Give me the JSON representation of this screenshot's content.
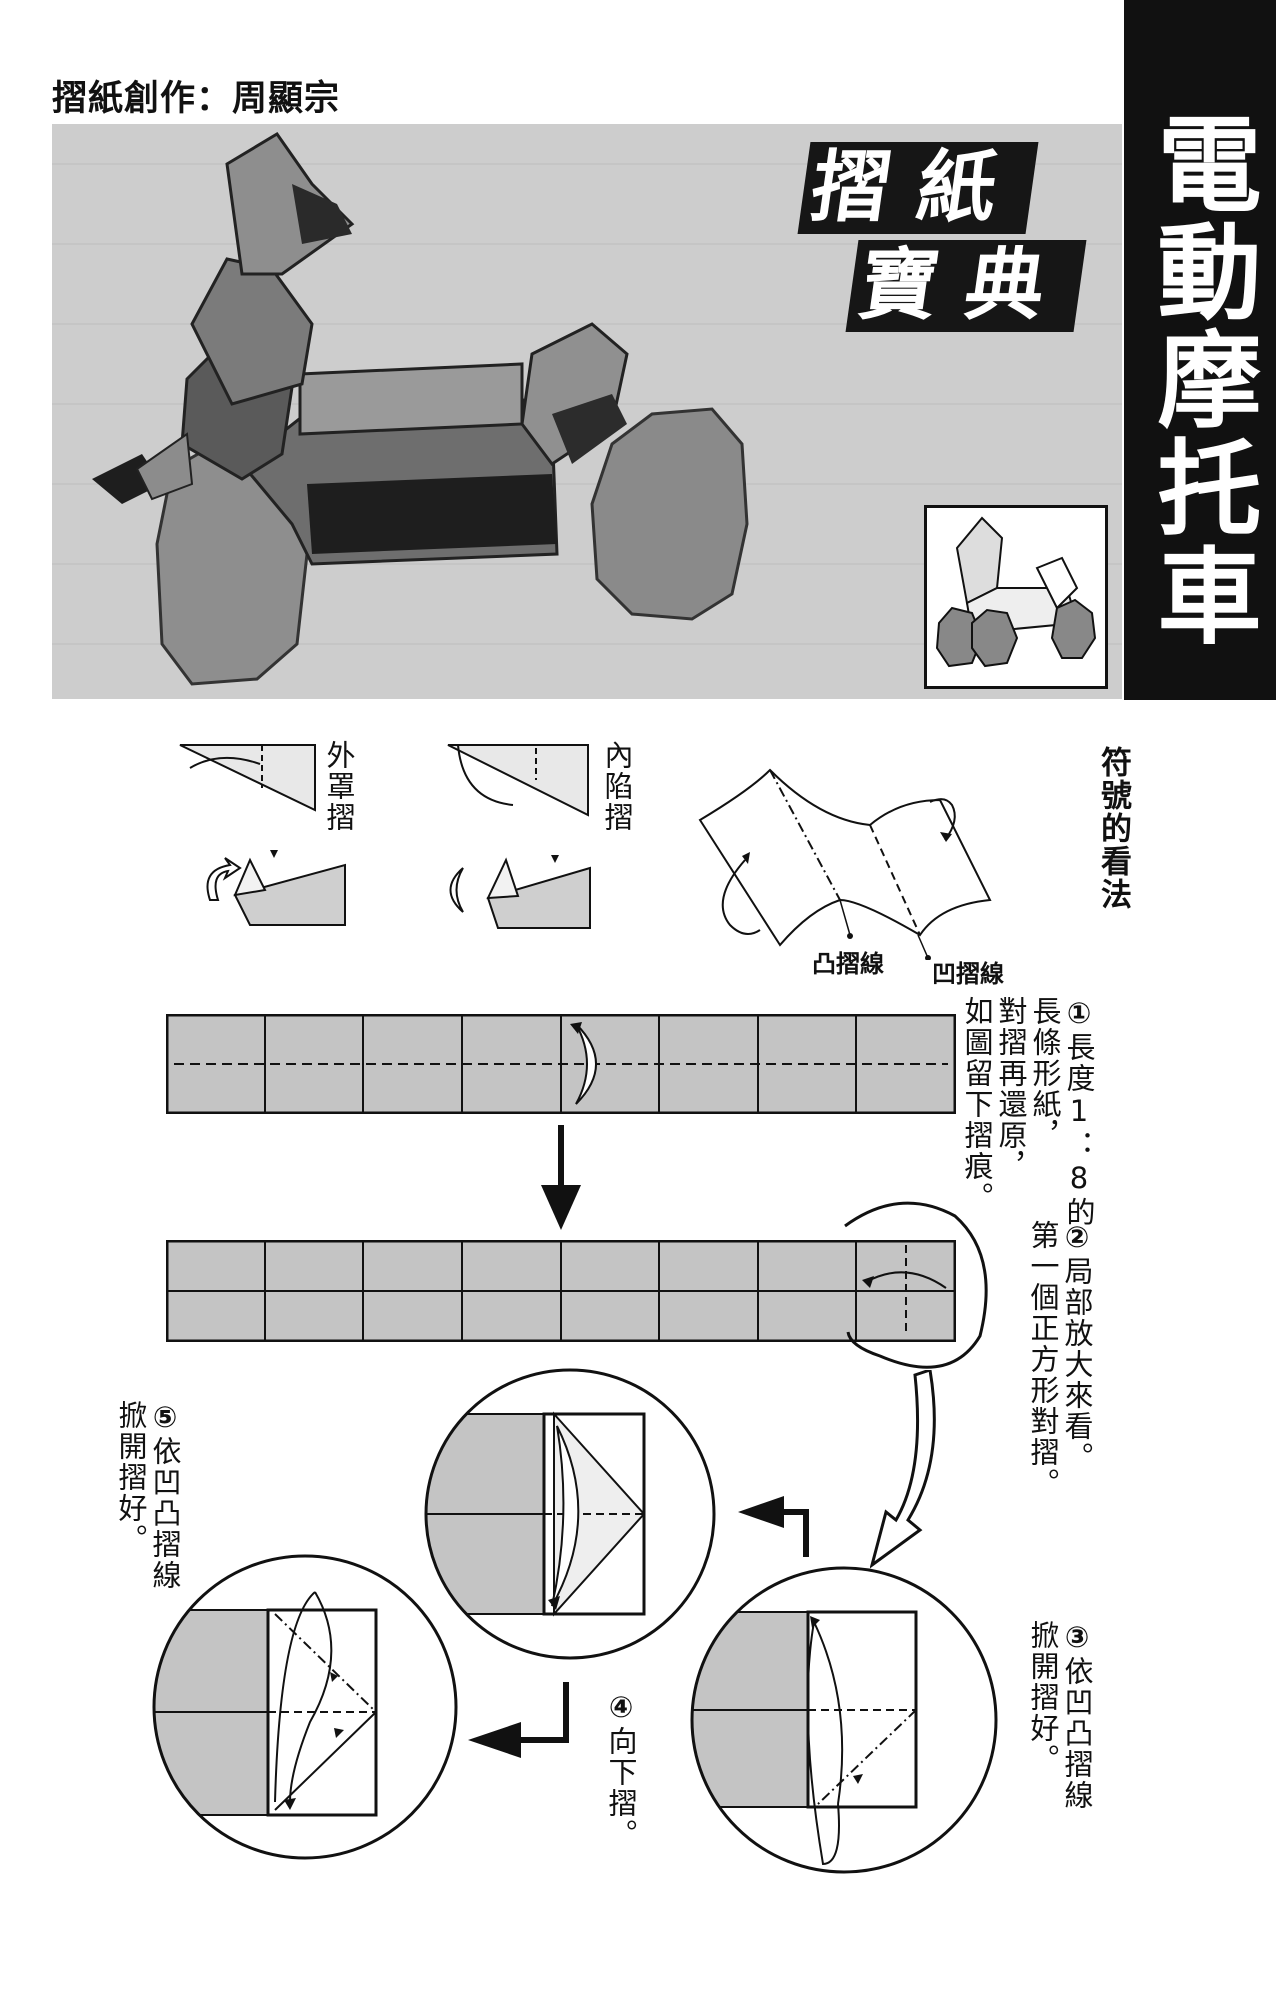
{
  "header": {
    "credit": "摺紙創作：周顯宗"
  },
  "photo": {
    "tag_line1": "摺紙",
    "tag_line2": "寶典"
  },
  "side_title": "電動摩托車",
  "legend": {
    "title": "符號的看法",
    "outside_reverse_fold": "外罩摺",
    "inside_reverse_fold": "內陷摺",
    "mountain_fold_line": "凸摺線",
    "valley_fold_line": "凹摺線"
  },
  "steps": [
    {
      "number": "①",
      "text_col1": "長度1：8的",
      "text_col2": "長條形紙，",
      "text_col3": "對摺再還原，",
      "text_col4": "如圖留下摺痕。"
    },
    {
      "number": "②",
      "text_col1": "局部放大來看。",
      "text_col2": "第一個正方形對摺。"
    },
    {
      "number": "③",
      "text_col1": "依凹凸摺線",
      "text_col2": "掀開摺好。"
    },
    {
      "number": "④",
      "text_col1": "向下摺。"
    },
    {
      "number": "⑤",
      "text_col1": "依凹凸摺線",
      "text_col2": "掀開摺好。"
    }
  ]
}
